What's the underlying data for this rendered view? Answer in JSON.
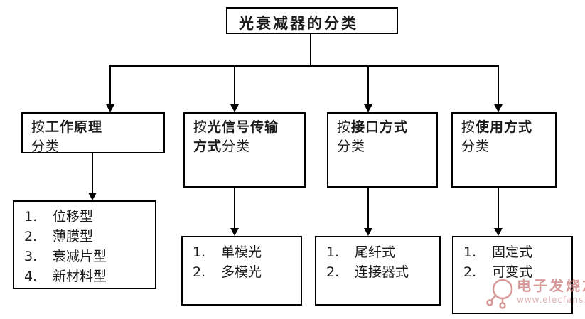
{
  "title": {
    "label": "光衰减器的分类"
  },
  "branches": [
    {
      "id": "principle",
      "segments": [
        {
          "text": "按",
          "bold": false
        },
        {
          "text": "工作原理",
          "bold": true
        },
        {
          "text": "\n分类",
          "bold": false
        }
      ],
      "items": [
        {
          "num": "1.",
          "label": "位移型"
        },
        {
          "num": "2.",
          "label": "薄膜型"
        },
        {
          "num": "3.",
          "label": "衰减片型"
        },
        {
          "num": "4.",
          "label": "新材料型"
        }
      ]
    },
    {
      "id": "signal-transmission",
      "segments": [
        {
          "text": "按",
          "bold": false
        },
        {
          "text": "光信号传输\n方式",
          "bold": true
        },
        {
          "text": "分类",
          "bold": false
        }
      ],
      "items": [
        {
          "num": "1.",
          "label": "单模光"
        },
        {
          "num": "2.",
          "label": "多模光"
        }
      ]
    },
    {
      "id": "interface",
      "segments": [
        {
          "text": "按",
          "bold": false
        },
        {
          "text": "接口方式",
          "bold": true
        },
        {
          "text": "\n分类",
          "bold": false
        }
      ],
      "items": [
        {
          "num": "1.",
          "label": "尾纤式"
        },
        {
          "num": "2.",
          "label": "连接器式"
        }
      ]
    },
    {
      "id": "usage",
      "segments": [
        {
          "text": "按",
          "bold": false
        },
        {
          "text": "使用方式",
          "bold": true
        },
        {
          "text": "\n分类",
          "bold": false
        }
      ],
      "items": [
        {
          "num": "1.",
          "label": "固定式"
        },
        {
          "num": "2.",
          "label": "可变式"
        }
      ]
    }
  ],
  "watermark": {
    "name": "电子发烧友",
    "url": "www.elecfans.com",
    "color": "#c87878"
  },
  "colors": {
    "line": "#000000",
    "background": "#ffffff",
    "text": "#1a1a1a"
  }
}
